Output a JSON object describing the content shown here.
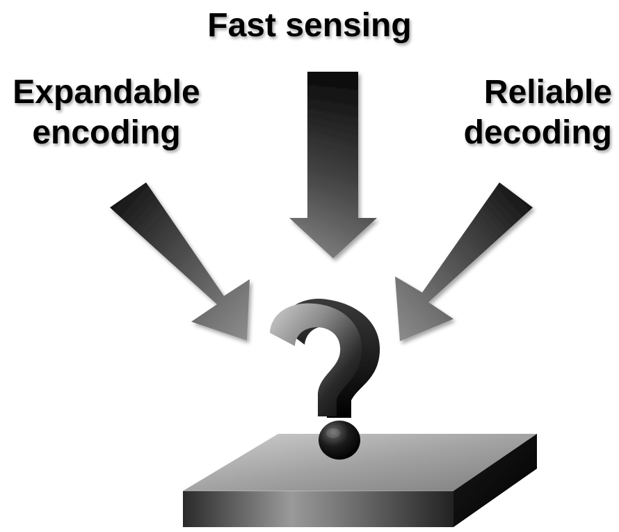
{
  "labels": {
    "top": "Fast sensing",
    "left_line1": "Expandable",
    "left_line2": "encoding",
    "right_line1": "Reliable",
    "right_line2": "decoding"
  },
  "center_symbol": "?",
  "icons": {
    "arrow_top": "arrow-down-icon",
    "arrow_left": "arrow-down-right-icon",
    "arrow_right": "arrow-down-left-icon",
    "question": "question-mark-icon",
    "pedestal": "pedestal-slab"
  },
  "colors": {
    "background": "#ffffff",
    "text": "#000000",
    "arrow_dark": "#111111",
    "arrow_light": "#8a8a8a"
  }
}
